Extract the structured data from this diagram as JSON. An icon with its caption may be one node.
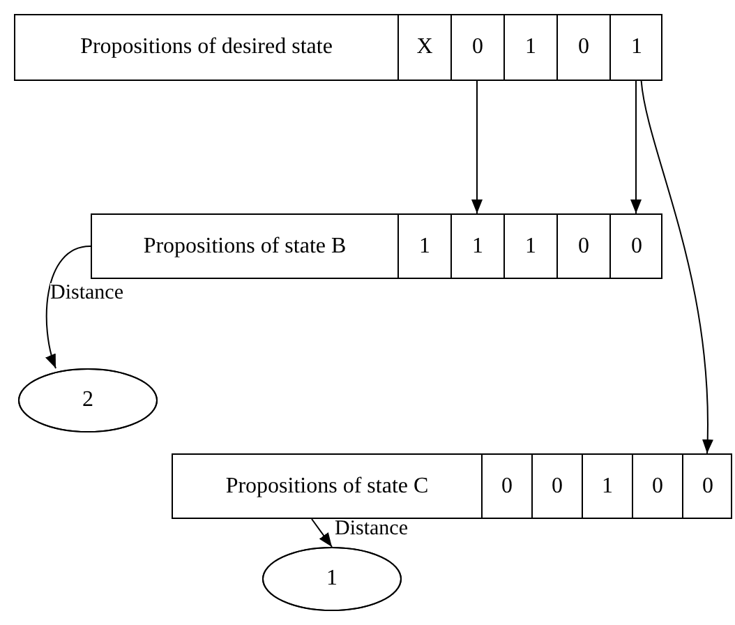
{
  "diagram": {
    "nodes": [
      {
        "text": [
          "Propositions of desired state"
        ]
      },
      {
        "text": [
          "X"
        ],
        "in": 0
      },
      {
        "text": [
          "0"
        ],
        "in": 0
      },
      {
        "text": [
          "1"
        ],
        "in": 0
      },
      {
        "text": [
          "0"
        ],
        "in": 0
      },
      {
        "text": [
          "1"
        ],
        "in": 0
      },
      {
        "text": [
          "Propositions of state B"
        ]
      },
      {
        "text": [
          "1"
        ],
        "in": 6
      },
      {
        "text": [
          "1"
        ],
        "in": 6
      },
      {
        "text": [
          "1"
        ],
        "in": 6
      },
      {
        "text": [
          "0"
        ],
        "in": 6
      },
      {
        "text": [
          "0"
        ],
        "in": 6
      },
      {
        "text": [
          "Propositions of state C"
        ]
      },
      {
        "text": [
          "0"
        ],
        "in": 12
      },
      {
        "text": [
          "0"
        ],
        "in": 12
      },
      {
        "text": [
          "1"
        ],
        "in": 12
      },
      {
        "text": [
          "0"
        ],
        "in": 12
      },
      {
        "text": [
          "0"
        ],
        "in": 12
      },
      {
        "text": [
          "2"
        ]
      },
      {
        "text": [
          "1"
        ]
      }
    ],
    "edges": [
      {
        "from": 2,
        "to": 8,
        "arrow": "to"
      },
      {
        "from": 5,
        "to": 11,
        "arrow": "to"
      },
      {
        "from": 5,
        "to": 17,
        "arrow": "to"
      },
      {
        "from": 6,
        "to": 18,
        "arrow": "to",
        "label": "Distance"
      },
      {
        "from": 12,
        "to": 19,
        "arrow": "to",
        "label": "Distance"
      }
    ]
  }
}
